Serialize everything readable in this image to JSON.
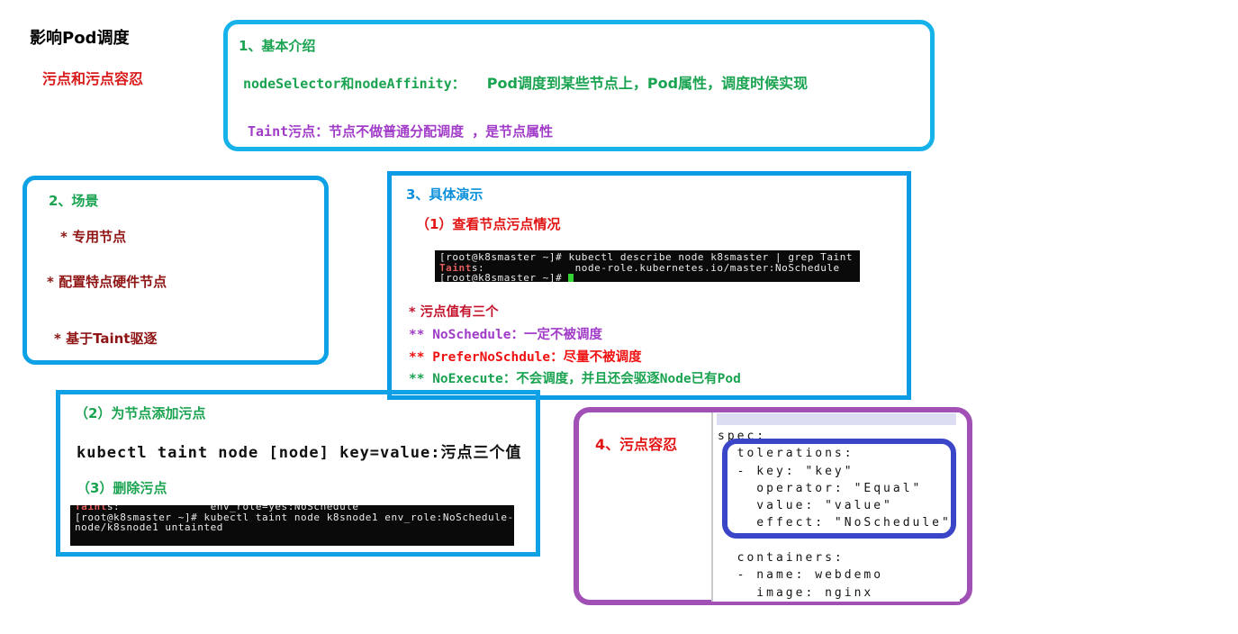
{
  "palette": {
    "box_cyan": "#17b2e9",
    "box_blue": "#0fa1e5",
    "box_purple": "#a151b5",
    "annotation_blue": "#3b45c7",
    "green_text": "#1aa350",
    "dark_red_text": "#8f1515",
    "red_text": "#e21414",
    "purple_text": "#a13cc8",
    "blue_heading_text": "#0c90da",
    "terminal_bg": "#0a0a0a",
    "terminal_highlight_red": "#e25e5e",
    "cursor_green": "#35d435",
    "lavender_bar": "#dcdcf2"
  },
  "header": {
    "title": "影响Pod调度",
    "subtitle": "污点和污点容忍"
  },
  "box1": {
    "heading": "1、基本介绍",
    "selector_label": "nodeSelector和nodeAffinity：",
    "selector_desc": "Pod调度到某些节点上，Pod属性，调度时候实现",
    "taint_line": "Taint污点：节点不做普通分配调度 ，是节点属性"
  },
  "box2": {
    "heading": "2、场景",
    "items": [
      "* 专用节点",
      "* 配置特点硬件节点",
      "* 基于Taint驱逐"
    ]
  },
  "box3": {
    "heading": "3、具体演示",
    "sub1": "（1）查看节点污点情况",
    "terminal1": {
      "line1": "[root@k8smaster ~]# kubectl describe node k8smaster | grep Taint",
      "line2_taint": "Taint",
      "line2_rest": "s:              node-role.kubernetes.io/master:NoSchedule",
      "line3_prompt": "[root@k8smaster ~]# "
    },
    "taint_values_title": "* 污点值有三个",
    "value_noschedule": "** NoSchedule：一定不被调度",
    "value_prefernoschdule": "** PreferNoSchdule：尽量不被调度",
    "value_noexecute": "** NoExecute：不会调度，并且还会驱逐Node已有Pod"
  },
  "box_add": {
    "sub2": "（2）为节点添加污点",
    "command": "kubectl taint node [node] key=value:污点三个值",
    "sub3": "（3）删除污点",
    "terminal2": {
      "clipped_taint": "Taint",
      "clipped_rest": "s:              env_role=yes:NoSchedule",
      "line2": "[root@k8smaster ~]# kubectl taint node k8snode1 env_role:NoSchedule-",
      "line3": "node/k8snode1 untainted"
    }
  },
  "box4": {
    "heading": "4、污点容忍",
    "yaml": [
      "spec:",
      "  tolerations:",
      "  - key: \"key\"",
      "    operator: \"Equal\"",
      "    value: \"value\"",
      "    effect: \"NoSchedule\"",
      "",
      "  containers:",
      "  - name: webdemo",
      "    image: nginx"
    ]
  }
}
